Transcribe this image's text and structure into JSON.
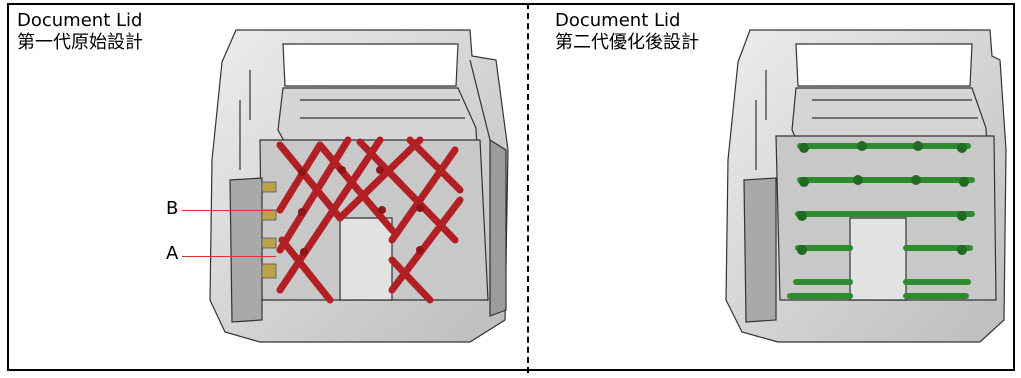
{
  "left_panel": {
    "title_line1": "Document Lid",
    "title_line2": "第一代原始設計",
    "markers": {
      "b": "B",
      "a": "A"
    },
    "rib_color": "#b21f24"
  },
  "right_panel": {
    "title_line1": "Document Lid",
    "title_line2": "第二代優化後設計",
    "rib_color": "#2e8b2e"
  }
}
